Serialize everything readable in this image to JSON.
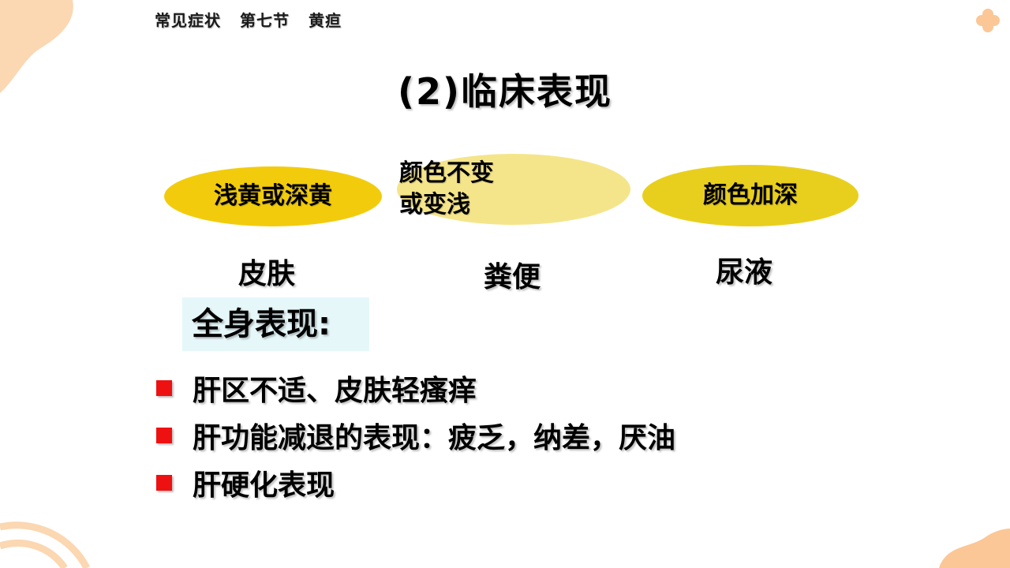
{
  "header": {
    "parts": [
      "常见症状",
      "第七节",
      "黄疸"
    ]
  },
  "title": "(2)临床表现",
  "ovals": [
    {
      "text": "浅黄或深黄",
      "color": "#f2cc0c"
    },
    {
      "lines": [
        "颜色不变",
        "或变浅"
      ],
      "color": "#f5e58a"
    },
    {
      "text": "颜色加深",
      "color": "#e9cf1d"
    }
  ],
  "labels": [
    "皮肤",
    "粪便",
    "尿液"
  ],
  "section_heading": "全身表现:",
  "bullets": [
    "肝区不适、皮肤轻瘙痒",
    "肝功能减退的表现：疲乏，纳差，厌油",
    "肝硬化表现"
  ],
  "colors": {
    "bullet": "#ee1111",
    "decor": "#fbc796",
    "heading_bg": "#e6f7fa"
  }
}
